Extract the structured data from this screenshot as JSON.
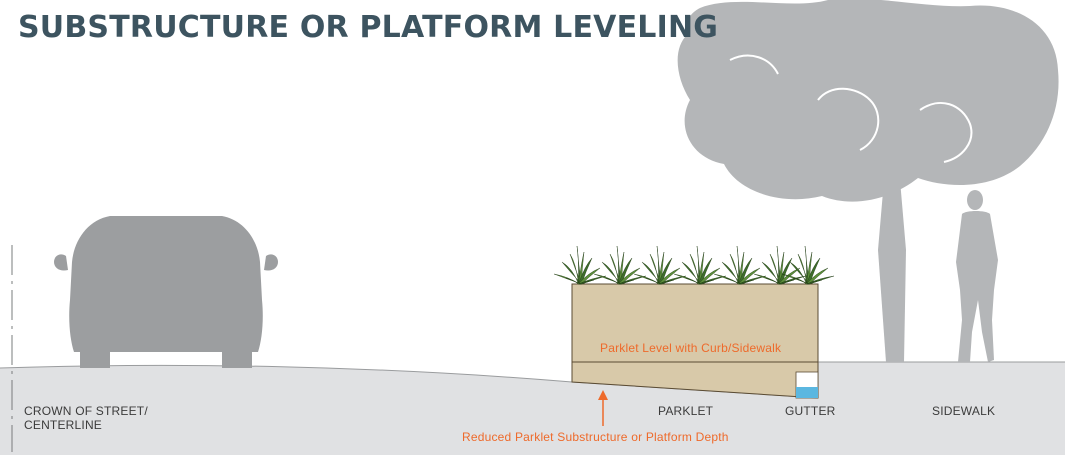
{
  "title": "SUBSTRUCTURE OR PLATFORM LEVELING",
  "labels": {
    "crown_line1": "CROWN OF STREET/",
    "crown_line2": "CENTERLINE",
    "parklet": "PARKLET",
    "gutter": "GUTTER",
    "sidewalk": "SIDEWALK",
    "parklet_level": "Parklet Level with Curb/Sidewalk",
    "reduced_depth": "Reduced Parklet Substructure or Platform Depth"
  },
  "colors": {
    "title": "#3d5460",
    "ground": "#e0e1e3",
    "figures": "#b4b6b8",
    "car": "#9c9ea0",
    "planter": "#d8c9a9",
    "planter_outline": "#5a4b33",
    "accent": "#ee6a2b",
    "water": "#5bb7e0"
  },
  "icons": [
    "car-icon",
    "tree-icon",
    "pedestrian-icon",
    "plants-icon",
    "arrow-up-icon"
  ]
}
